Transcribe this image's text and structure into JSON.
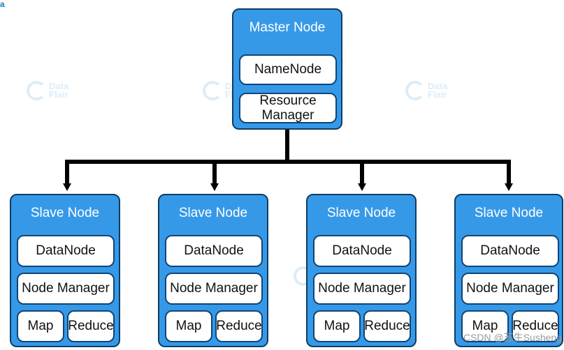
{
  "diagram": {
    "corner_mark": "a",
    "watermark_brand_lines": [
      "Data",
      "Flair"
    ],
    "credit": "CSDN @苏生Susheng",
    "master": {
      "title": "Master Node",
      "services": [
        "NameNode",
        "Resource Manager"
      ]
    },
    "slave_nodes": [
      {
        "title": "Slave Node",
        "services": [
          "DataNode",
          "Node Manager"
        ],
        "task_slots": [
          "Map",
          "Reduce"
        ]
      },
      {
        "title": "Slave Node",
        "services": [
          "DataNode",
          "Node Manager"
        ],
        "task_slots": [
          "Map",
          "Reduce"
        ]
      },
      {
        "title": "Slave Node",
        "services": [
          "DataNode",
          "Node Manager"
        ],
        "task_slots": [
          "Map",
          "Reduce"
        ]
      },
      {
        "title": "Slave Node",
        "services": [
          "DataNode",
          "Node Manager"
        ],
        "task_slots": [
          "Map",
          "Reduce"
        ]
      }
    ]
  },
  "colors": {
    "node_blue": "#3699e8",
    "node_border": "#0e3d63",
    "inner_border": "#0f4576",
    "connector": "#000000",
    "watermark_blue": "#2f91d2"
  }
}
